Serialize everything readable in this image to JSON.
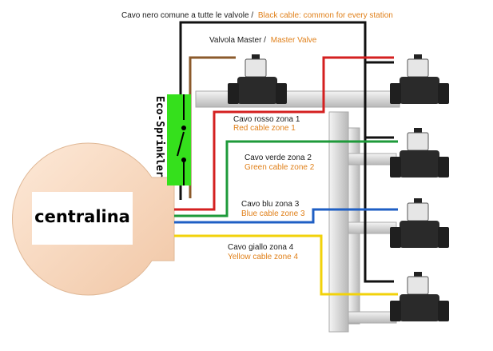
{
  "labels": {
    "common_it": "Cavo nero comune a tutte le valvole /",
    "common_en": "Black cable: common for every station",
    "master_it": "Valvola Master /",
    "master_en": "Master Valve",
    "zone1_it": "Cavo rosso zona 1",
    "zone1_en": "Red cable zone 1",
    "zone2_it": "Cavo verde zona 2",
    "zone2_en": "Green cable zone 2",
    "zone3_it": "Cavo blu zona 3",
    "zone3_en": "Blue cable zone 3",
    "zone4_it": "Cavo giallo zona 4",
    "zone4_en": "Yellow cable zone 4",
    "controller": "centralina",
    "eco": "Eco-Sprinkler"
  },
  "colors": {
    "black_wire": "#111111",
    "red_wire": "#d42020",
    "green_wire": "#1e9a3a",
    "blue_wire": "#1f5fc4",
    "yellow_wire": "#f2d20a",
    "brown_wire": "#8b5a2b",
    "eco_module": "#35e01c",
    "controller": "#f8dcc4",
    "pipe": "#dcdcdc",
    "valve": "#2a2a2a",
    "label_orange": "#e0801a"
  }
}
